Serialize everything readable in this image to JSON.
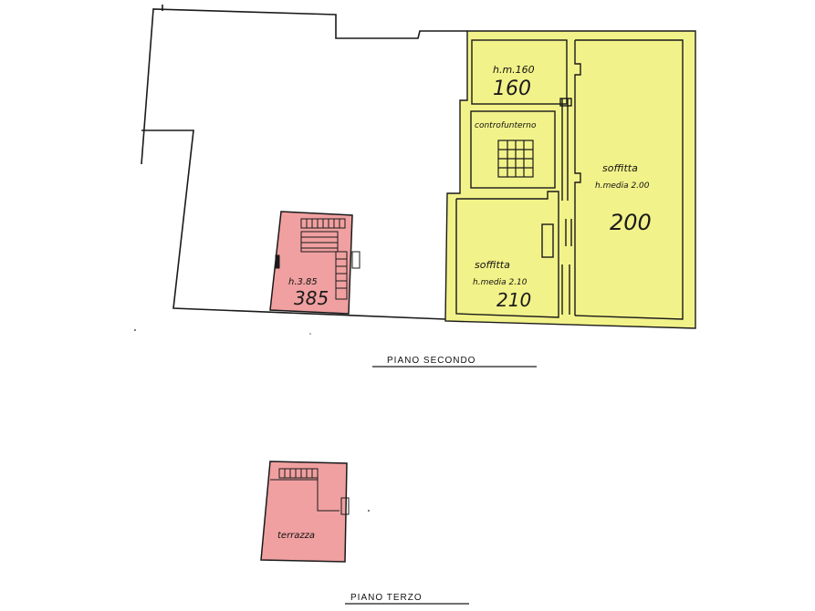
{
  "floors": {
    "second": {
      "title": "PIANO SECONDO",
      "stair_room": {
        "label_small": "h.3.85",
        "label_big": "385"
      },
      "room_top_left": {
        "label_small": "h.m.160",
        "label_big": "160"
      },
      "center_room": {
        "label": "controfunterno"
      },
      "attic_right": {
        "label": "soffitta",
        "height_note": "h.media 2.00",
        "height_big": "200"
      },
      "attic_lower": {
        "label": "soffitta",
        "height_note": "h.media 2.10",
        "height_big": "210"
      }
    },
    "third": {
      "title": "PIANO TERZO",
      "terrace_room": {
        "label": "terrazza"
      }
    }
  },
  "colors": {
    "yellow_fill": "#f2f28a",
    "red_fill": "#f0a0a0",
    "line": "#1a1a1a"
  }
}
